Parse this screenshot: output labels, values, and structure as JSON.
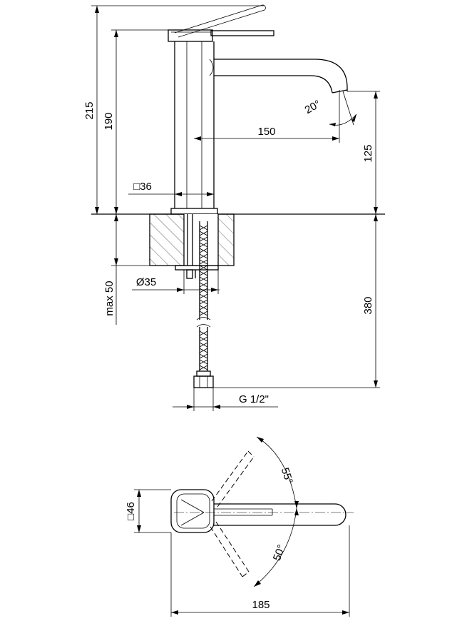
{
  "dimensions": {
    "total_height": "215",
    "spout_height": "190",
    "spout_reach": "150",
    "outlet_height": "125",
    "spout_angle": "20°",
    "base_square": "□36",
    "deck_thickness": "max 50",
    "hole_diameter": "Ø35",
    "hose_length": "380",
    "connection_thread": "G 1/2\"",
    "top_square": "□46",
    "top_length": "185",
    "lever_swing_up": "55°",
    "lever_swing_down": "50°"
  }
}
